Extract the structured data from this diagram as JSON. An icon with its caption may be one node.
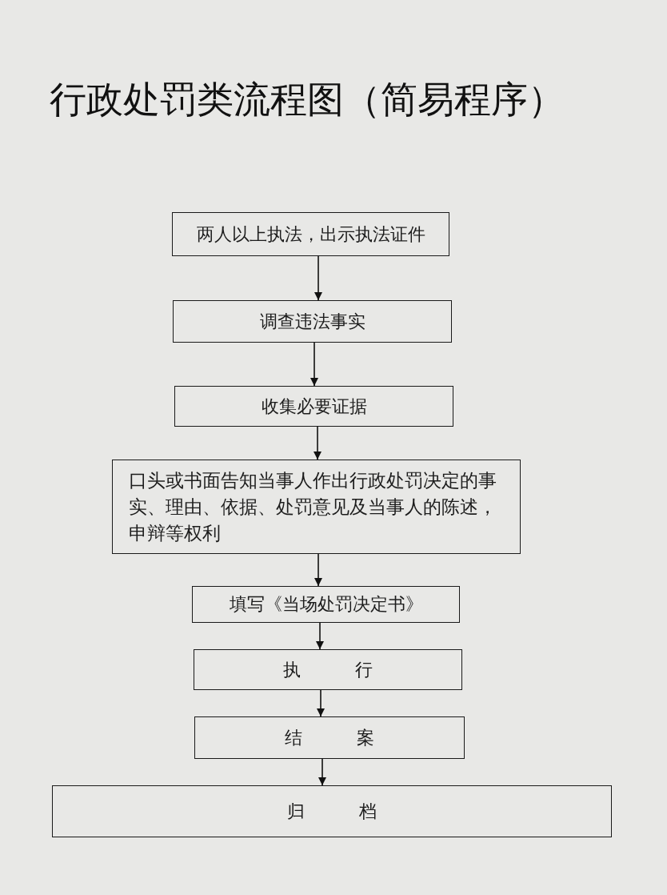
{
  "diagram": {
    "title": "行政处罚类流程图（简易程序）",
    "nodes": [
      {
        "text": [
          "两人以上执法，出示执法证件"
        ]
      },
      {
        "text": [
          "调查违法事实"
        ]
      },
      {
        "text": [
          "收集必要证据"
        ]
      },
      {
        "text": [
          "口头或书面告知当事人作出行政处罚决定的事实、理由、依据、处罚意见及当事人的陈述，申辩等权利"
        ]
      },
      {
        "text": [
          "填写《当场处罚决定书》"
        ]
      },
      {
        "text": [
          "执 行"
        ]
      },
      {
        "text": [
          "结 案"
        ]
      },
      {
        "text": [
          "归 档"
        ]
      }
    ],
    "edges": [
      {
        "from": 0,
        "to": 1,
        "arrow": "to"
      },
      {
        "from": 1,
        "to": 2,
        "arrow": "to"
      },
      {
        "from": 2,
        "to": 3,
        "arrow": "to"
      },
      {
        "from": 3,
        "to": 4,
        "arrow": "to"
      },
      {
        "from": 4,
        "to": 5,
        "arrow": "to"
      },
      {
        "from": 5,
        "to": 6,
        "arrow": "to"
      },
      {
        "from": 6,
        "to": 7,
        "arrow": "to"
      }
    ]
  }
}
